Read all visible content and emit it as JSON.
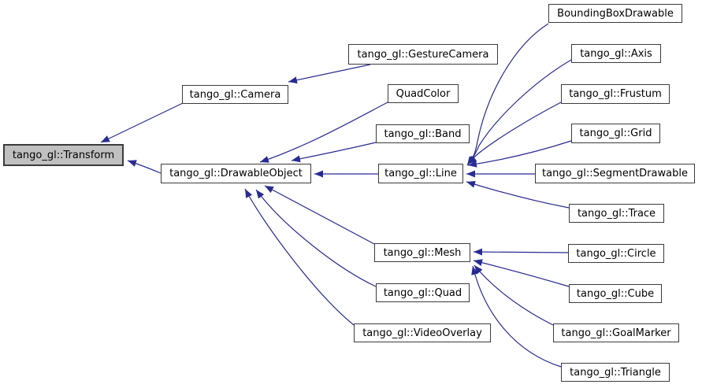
{
  "diagram": {
    "kind": "class-inheritance-graph",
    "background_color": "#ffffff",
    "edge_color": "#282c91",
    "node_fill": "#ffffff",
    "node_border_color": "#3b3b3b",
    "highlight_fill": "#c0c0c0",
    "text_color": "#000000"
  },
  "nodes": [
    {
      "id": "transform",
      "label": "tango_gl::Transform",
      "highlighted": true
    },
    {
      "id": "camera",
      "label": "tango_gl::Camera",
      "highlighted": false
    },
    {
      "id": "drawableobject",
      "label": "tango_gl::DrawableObject",
      "highlighted": false
    },
    {
      "id": "gesturecamera",
      "label": "tango_gl::GestureCamera",
      "highlighted": false
    },
    {
      "id": "quadcolor",
      "label": "QuadColor",
      "highlighted": false
    },
    {
      "id": "band",
      "label": "tango_gl::Band",
      "highlighted": false
    },
    {
      "id": "line",
      "label": "tango_gl::Line",
      "highlighted": false
    },
    {
      "id": "mesh",
      "label": "tango_gl::Mesh",
      "highlighted": false
    },
    {
      "id": "quad",
      "label": "tango_gl::Quad",
      "highlighted": false
    },
    {
      "id": "videooverlay",
      "label": "tango_gl::VideoOverlay",
      "highlighted": false
    },
    {
      "id": "boundingbox",
      "label": "BoundingBoxDrawable",
      "highlighted": false
    },
    {
      "id": "axis",
      "label": "tango_gl::Axis",
      "highlighted": false
    },
    {
      "id": "frustum",
      "label": "tango_gl::Frustum",
      "highlighted": false
    },
    {
      "id": "grid",
      "label": "tango_gl::Grid",
      "highlighted": false
    },
    {
      "id": "segmentdrawable",
      "label": "tango_gl::SegmentDrawable",
      "highlighted": false
    },
    {
      "id": "trace",
      "label": "tango_gl::Trace",
      "highlighted": false
    },
    {
      "id": "circle",
      "label": "tango_gl::Circle",
      "highlighted": false
    },
    {
      "id": "cube",
      "label": "tango_gl::Cube",
      "highlighted": false
    },
    {
      "id": "goalmarker",
      "label": "tango_gl::GoalMarker",
      "highlighted": false
    },
    {
      "id": "triangle",
      "label": "tango_gl::Triangle",
      "highlighted": false
    }
  ],
  "edges": [
    {
      "from": "tango_gl::Camera",
      "to": "tango_gl::Transform"
    },
    {
      "from": "tango_gl::DrawableObject",
      "to": "tango_gl::Transform"
    },
    {
      "from": "tango_gl::GestureCamera",
      "to": "tango_gl::Camera"
    },
    {
      "from": "QuadColor",
      "to": "tango_gl::DrawableObject"
    },
    {
      "from": "tango_gl::Band",
      "to": "tango_gl::DrawableObject"
    },
    {
      "from": "tango_gl::Line",
      "to": "tango_gl::DrawableObject"
    },
    {
      "from": "tango_gl::Mesh",
      "to": "tango_gl::DrawableObject"
    },
    {
      "from": "tango_gl::Quad",
      "to": "tango_gl::DrawableObject"
    },
    {
      "from": "tango_gl::VideoOverlay",
      "to": "tango_gl::DrawableObject"
    },
    {
      "from": "BoundingBoxDrawable",
      "to": "tango_gl::Line"
    },
    {
      "from": "tango_gl::Axis",
      "to": "tango_gl::Line"
    },
    {
      "from": "tango_gl::Frustum",
      "to": "tango_gl::Line"
    },
    {
      "from": "tango_gl::Grid",
      "to": "tango_gl::Line"
    },
    {
      "from": "tango_gl::SegmentDrawable",
      "to": "tango_gl::Line"
    },
    {
      "from": "tango_gl::Trace",
      "to": "tango_gl::Line"
    },
    {
      "from": "tango_gl::Circle",
      "to": "tango_gl::Mesh"
    },
    {
      "from": "tango_gl::Cube",
      "to": "tango_gl::Mesh"
    },
    {
      "from": "tango_gl::GoalMarker",
      "to": "tango_gl::Mesh"
    },
    {
      "from": "tango_gl::Triangle",
      "to": "tango_gl::Mesh"
    }
  ]
}
